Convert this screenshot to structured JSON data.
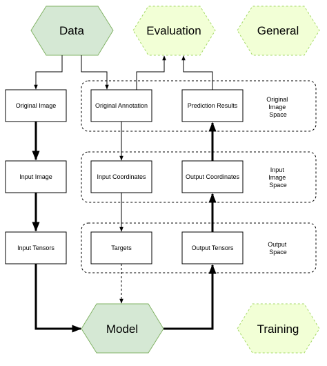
{
  "hexagons": {
    "data": "Data",
    "evaluation": "Evaluation",
    "general": "General",
    "model": "Model",
    "training": "Training"
  },
  "boxes": {
    "original_image": "Original Image",
    "input_image": "Input Image",
    "input_tensors": "Input Tensors",
    "original_annotation": "Original Annotation",
    "prediction_results": "Prediction Results",
    "input_coordinates": "Input Coordinates",
    "output_coordinates": "Output Coordinates",
    "targets": "Targets",
    "output_tensors": "Output Tensors"
  },
  "spaces": {
    "original_image_space": [
      "Original",
      "Image",
      "Space"
    ],
    "input_image_space": [
      "Input",
      "Image",
      "Space"
    ],
    "output_space": [
      "Output",
      "Space"
    ]
  },
  "colors": {
    "solid_hex_fill": "#d5e8d4",
    "solid_hex_stroke": "#82b366",
    "dashed_hex_fill": "#f2ffd6",
    "dashed_hex_stroke": "#a6d96a",
    "line": "#000000"
  }
}
